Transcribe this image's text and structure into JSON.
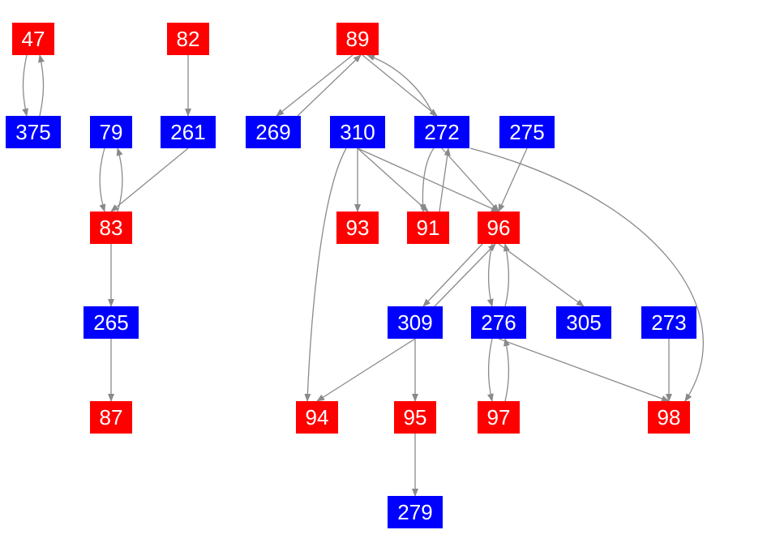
{
  "colors": {
    "red": "#ff0000",
    "blue": "#0000ff",
    "edge": "#8a8a8a",
    "label": "#ffffff"
  },
  "nodes": [
    {
      "id": "47",
      "label": "47",
      "color": "red"
    },
    {
      "id": "82",
      "label": "82",
      "color": "red"
    },
    {
      "id": "89",
      "label": "89",
      "color": "red"
    },
    {
      "id": "375",
      "label": "375",
      "color": "blue"
    },
    {
      "id": "79",
      "label": "79",
      "color": "blue"
    },
    {
      "id": "261",
      "label": "261",
      "color": "blue"
    },
    {
      "id": "269",
      "label": "269",
      "color": "blue"
    },
    {
      "id": "310",
      "label": "310",
      "color": "blue"
    },
    {
      "id": "272",
      "label": "272",
      "color": "blue"
    },
    {
      "id": "275",
      "label": "275",
      "color": "blue"
    },
    {
      "id": "83",
      "label": "83",
      "color": "red"
    },
    {
      "id": "93",
      "label": "93",
      "color": "red"
    },
    {
      "id": "91",
      "label": "91",
      "color": "red"
    },
    {
      "id": "96",
      "label": "96",
      "color": "red"
    },
    {
      "id": "265",
      "label": "265",
      "color": "blue"
    },
    {
      "id": "309",
      "label": "309",
      "color": "blue"
    },
    {
      "id": "276",
      "label": "276",
      "color": "blue"
    },
    {
      "id": "305",
      "label": "305",
      "color": "blue"
    },
    {
      "id": "273",
      "label": "273",
      "color": "blue"
    },
    {
      "id": "87",
      "label": "87",
      "color": "red"
    },
    {
      "id": "94",
      "label": "94",
      "color": "red"
    },
    {
      "id": "95",
      "label": "95",
      "color": "red"
    },
    {
      "id": "97",
      "label": "97",
      "color": "red"
    },
    {
      "id": "98",
      "label": "98",
      "color": "red"
    },
    {
      "id": "279",
      "label": "279",
      "color": "blue"
    }
  ],
  "edges": [
    {
      "from": "47",
      "to": "375"
    },
    {
      "from": "375",
      "to": "47"
    },
    {
      "from": "82",
      "to": "261"
    },
    {
      "from": "261",
      "to": "83"
    },
    {
      "from": "79",
      "to": "83"
    },
    {
      "from": "83",
      "to": "79"
    },
    {
      "from": "83",
      "to": "265"
    },
    {
      "from": "265",
      "to": "87"
    },
    {
      "from": "89",
      "to": "269"
    },
    {
      "from": "269",
      "to": "89"
    },
    {
      "from": "89",
      "to": "272"
    },
    {
      "from": "272",
      "to": "89"
    },
    {
      "from": "310",
      "to": "93"
    },
    {
      "from": "310",
      "to": "91"
    },
    {
      "from": "310",
      "to": "96"
    },
    {
      "from": "310",
      "to": "94"
    },
    {
      "from": "272",
      "to": "91"
    },
    {
      "from": "91",
      "to": "272"
    },
    {
      "from": "272",
      "to": "96"
    },
    {
      "from": "272",
      "to": "98"
    },
    {
      "from": "275",
      "to": "96"
    },
    {
      "from": "96",
      "to": "309"
    },
    {
      "from": "309",
      "to": "96"
    },
    {
      "from": "96",
      "to": "276"
    },
    {
      "from": "276",
      "to": "96"
    },
    {
      "from": "96",
      "to": "305"
    },
    {
      "from": "309",
      "to": "94"
    },
    {
      "from": "309",
      "to": "95"
    },
    {
      "from": "95",
      "to": "279"
    },
    {
      "from": "276",
      "to": "97"
    },
    {
      "from": "97",
      "to": "276"
    },
    {
      "from": "276",
      "to": "98"
    },
    {
      "from": "273",
      "to": "98"
    }
  ]
}
